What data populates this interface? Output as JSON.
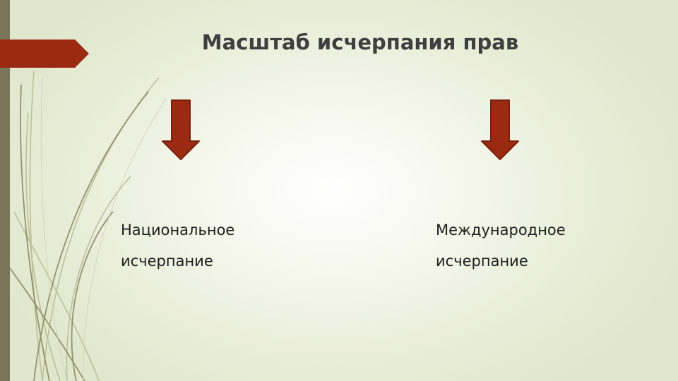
{
  "slide": {
    "title": "Масштаб исчерпания прав",
    "left_column": {
      "line1": "Национальное",
      "line2": "исчерпание"
    },
    "right_column": {
      "line1": "Международное",
      "line2": "исчерпание"
    }
  },
  "colors": {
    "accent": "#9b2a12",
    "band": "#7a7458",
    "text": "#3f3f3f"
  },
  "icons": [
    "arrow-down-icon",
    "arrow-down-icon"
  ]
}
